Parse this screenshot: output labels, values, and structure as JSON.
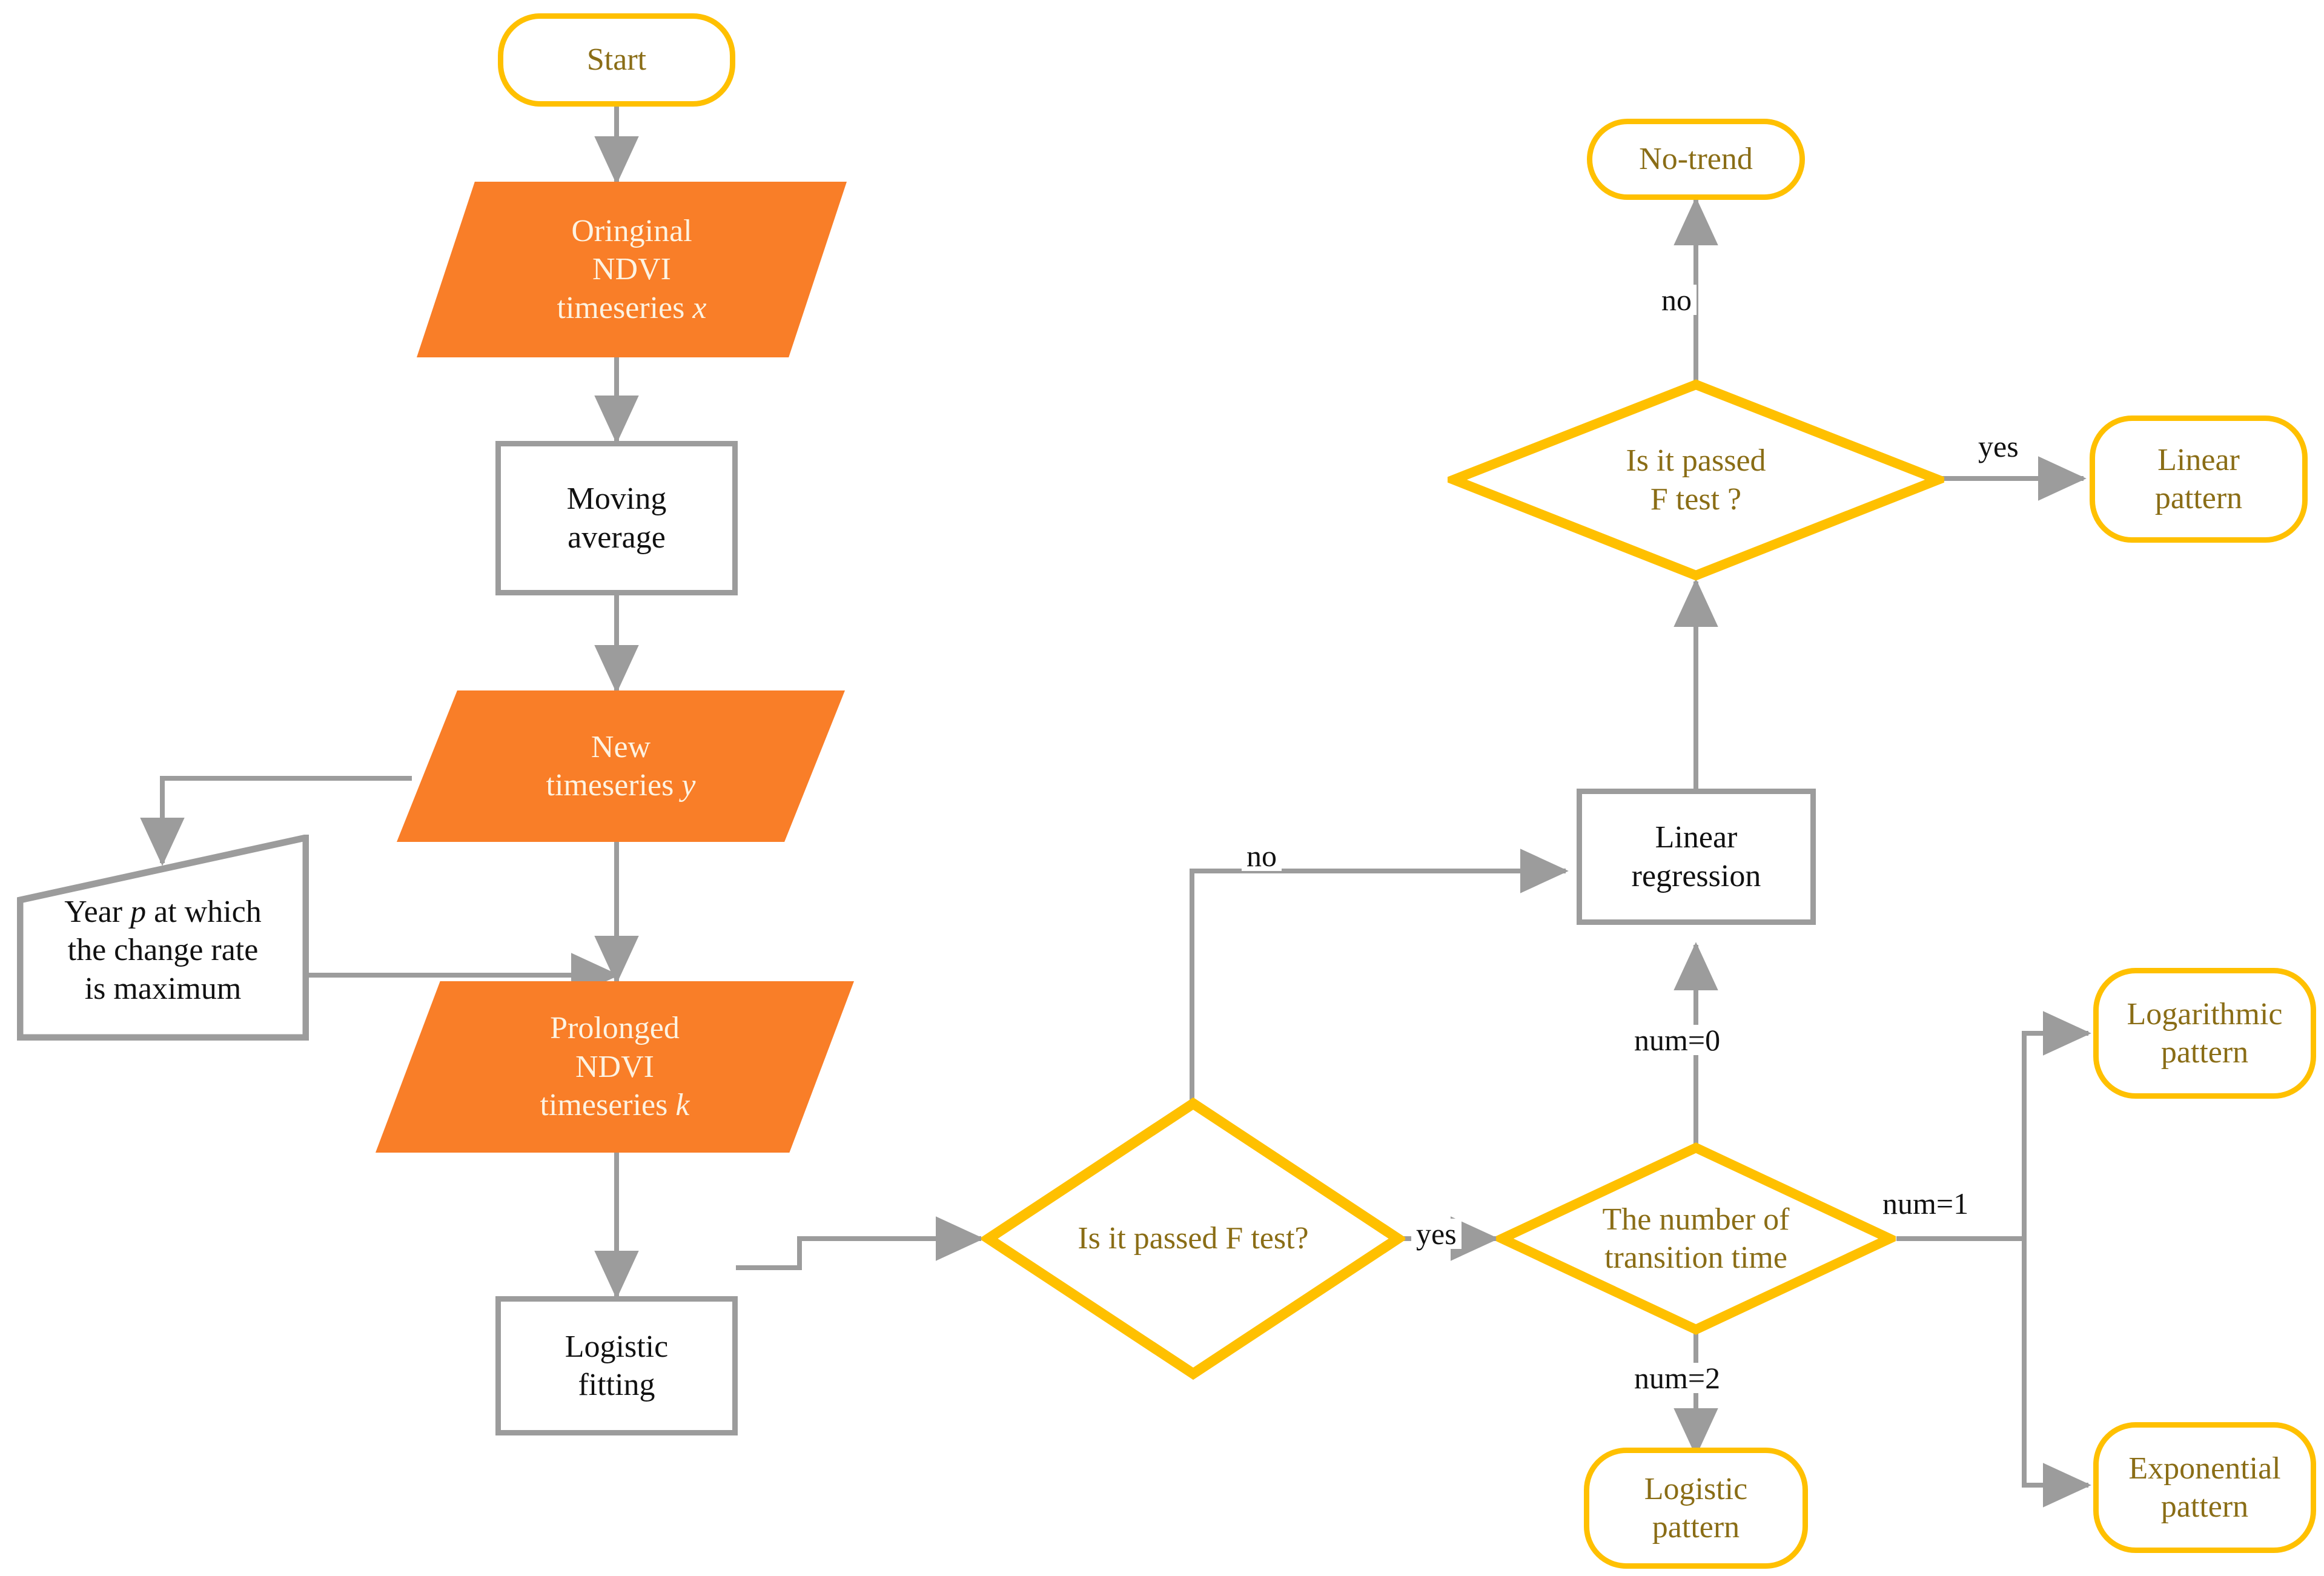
{
  "diagram": {
    "title": "NDVI timeseries trend pattern classification flowchart",
    "colors": {
      "terminator_border": "#FFC000",
      "terminator_text": "#8a6d16",
      "process_border": "#9C9C9C",
      "process_text": "#111111",
      "data_fill": "#F97E28",
      "data_text": "#FDF3E2",
      "connector": "#9C9C9C",
      "label_text": "#111111",
      "background": "#FFFFFF"
    }
  },
  "nodes": {
    "start": {
      "label": "Start",
      "shape": "terminator"
    },
    "original_ndvi": {
      "line1": "Oringinal",
      "line2": "NDVI",
      "line3": "timeseries",
      "var": "x",
      "shape": "data"
    },
    "moving_average": {
      "line1": "Moving",
      "line2": "average",
      "shape": "process"
    },
    "new_timeseries": {
      "line1": "New",
      "line2": "timeseries",
      "var": "y",
      "shape": "data"
    },
    "year_p": {
      "line1a": "Year",
      "var": "p",
      "line1b": "at which",
      "line2": "the change rate",
      "line3": "is maximum",
      "shape": "trapezoid"
    },
    "prolonged_ndvi": {
      "line1": "Prolonged",
      "line2": "NDVI",
      "line3": "timeseries",
      "var": "k",
      "shape": "data"
    },
    "logistic_fitting": {
      "line1": "Logistic",
      "line2": "fitting",
      "shape": "process"
    },
    "f_test_lower": {
      "label": "Is  it passed F test?",
      "shape": "decision"
    },
    "transition_count": {
      "line1": "The number of",
      "line2": "transition time",
      "shape": "decision"
    },
    "linear_regression": {
      "line1": "Linear",
      "line2": "regression",
      "shape": "process"
    },
    "f_test_upper": {
      "line1": "Is it passed",
      "line2": "F test ?",
      "shape": "decision"
    },
    "no_trend": {
      "label": "No-trend",
      "shape": "terminator"
    },
    "linear_pattern": {
      "line1": "Linear",
      "line2": "pattern",
      "shape": "terminator"
    },
    "logarithmic_pattern": {
      "line1": "Logarithmic",
      "line2": "pattern",
      "shape": "terminator"
    },
    "exponential_pattern": {
      "line1": "Exponential",
      "line2": "pattern",
      "shape": "terminator"
    },
    "logistic_pattern": {
      "line1": "Logistic",
      "line2": "pattern",
      "shape": "terminator"
    }
  },
  "edge_labels": {
    "no_upper": "no",
    "yes_upper": "yes",
    "no_lower": "no",
    "yes_lower": "yes",
    "num0": "num=0",
    "num1": "num=1",
    "num2": "num=2"
  }
}
